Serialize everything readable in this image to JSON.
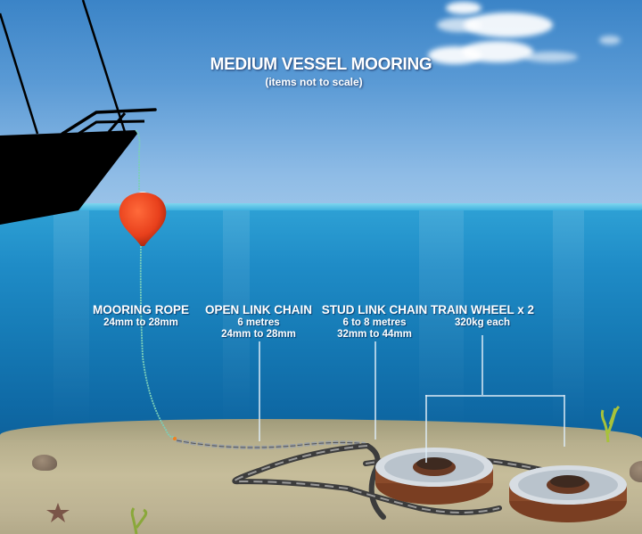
{
  "diagram": {
    "title": "MEDIUM VESSEL MOORING",
    "subtitle": "(items not to scale)",
    "components": [
      {
        "id": "mooring-rope",
        "name": "MOORING ROPE",
        "details": [
          "24mm to 28mm"
        ]
      },
      {
        "id": "open-link-chain",
        "name": "OPEN LINK CHAIN",
        "details": [
          "6 metres",
          "24mm to 28mm"
        ]
      },
      {
        "id": "stud-link-chain",
        "name": "STUD LINK CHAIN",
        "details": [
          "6 to 8 metres",
          "32mm to 44mm"
        ]
      },
      {
        "id": "train-wheel",
        "name": "TRAIN WHEEL x 2",
        "details": [
          "320kg each"
        ]
      }
    ],
    "scene_elements": [
      "boat-bow-silhouette",
      "orange-mooring-buoy",
      "mooring-rope",
      "open-link-chain",
      "stud-link-chain",
      "train-wheel-anchor",
      "train-wheel-anchor",
      "rock",
      "starfish",
      "seaweed"
    ]
  },
  "colors": {
    "sky": "#5a9ad5",
    "water": "#1f8cc7",
    "deep_water": "#0f6aa6",
    "seabed": "#c6bd9a",
    "buoy": "#e8401c",
    "boat": "#000000",
    "rope": "#7ccfb8",
    "chain": "#6b6b6b",
    "wheel_rust": "#8a4a2a",
    "text": "#ffffff"
  }
}
